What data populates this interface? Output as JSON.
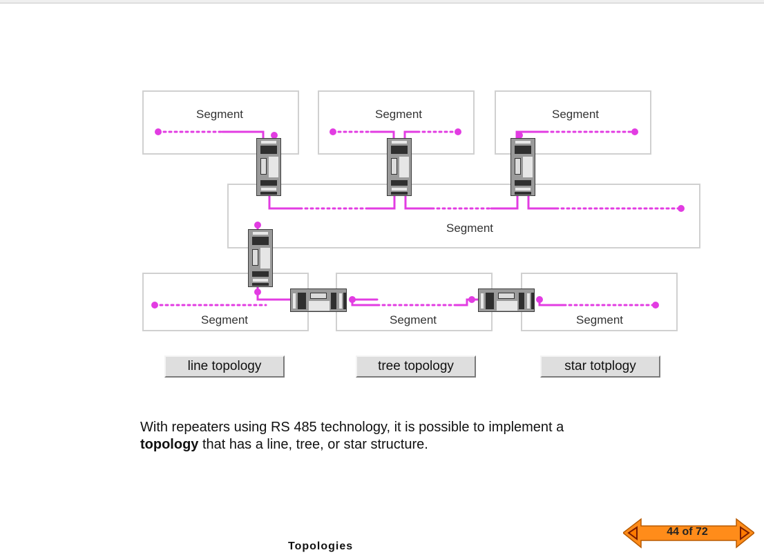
{
  "diagram": {
    "segment_label": "Segment",
    "segments": [
      {
        "id": "top-left",
        "label": "Segment"
      },
      {
        "id": "top-middle",
        "label": "Segment"
      },
      {
        "id": "top-right",
        "label": "Segment"
      },
      {
        "id": "central",
        "label": "Segment"
      },
      {
        "id": "bottom-left",
        "label": "Segment"
      },
      {
        "id": "bottom-middle",
        "label": "Segment"
      },
      {
        "id": "bottom-right",
        "label": "Segment"
      }
    ],
    "bus_color": "#e23ce2",
    "repeater_icon": "rs485-repeater-icon"
  },
  "buttons": {
    "line": "line topology",
    "tree": "tree topology",
    "star": "star totplogy"
  },
  "description": {
    "line1": "With repeaters using RS 485 technology, it is possible to implement a",
    "bold": "topology",
    "rest": " that has a line, tree, or star structure."
  },
  "footer": {
    "title": "Topologies",
    "page_label": "44 of 72",
    "prev_icon": "prev-arrow-icon",
    "next_icon": "next-arrow-icon",
    "nav_color": "#ff8c1a"
  }
}
